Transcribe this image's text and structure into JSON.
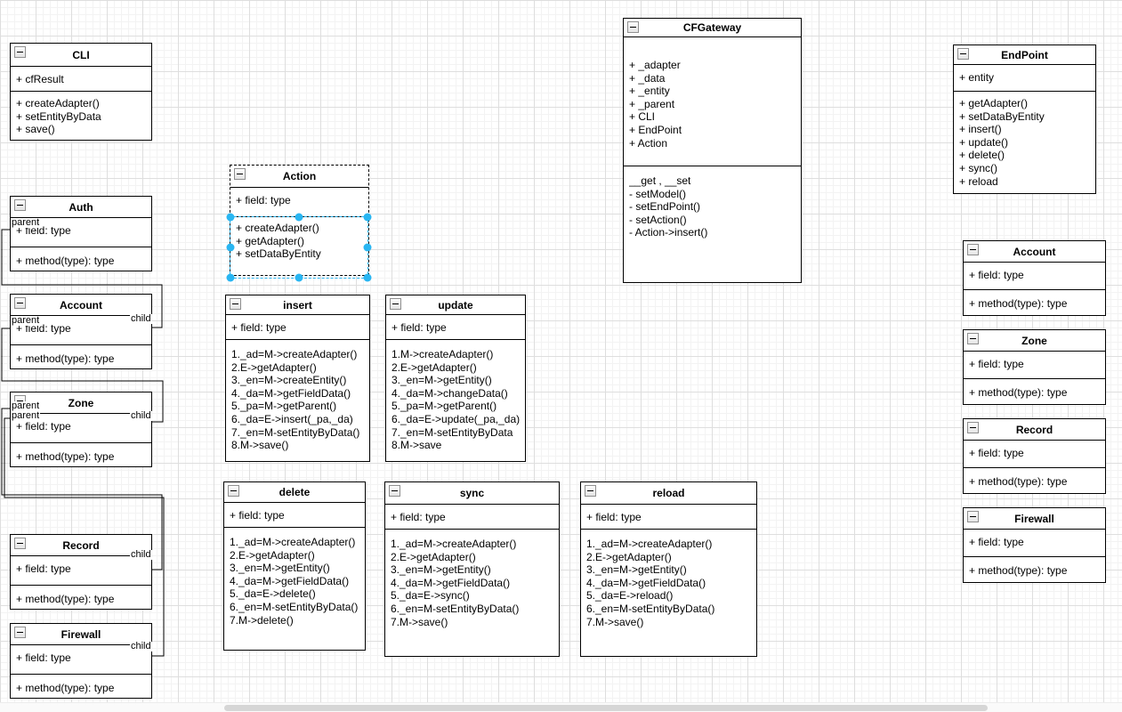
{
  "colors": {
    "selection_handle": "#29b6f2",
    "box_border": "#000000",
    "grid_major": "#dedede",
    "grid_minor": "#f3f3f3",
    "scrollbar_thumb": "#d6d6d6"
  },
  "edge_labels": {
    "parent": "parent",
    "child": "child"
  },
  "classes": {
    "cli": {
      "title": "CLI",
      "fields": [
        "+ cfResult"
      ],
      "methods": [
        "+ createAdapter()",
        "+ setEntityByData",
        "+ save()"
      ]
    },
    "auth": {
      "title": "Auth",
      "fields": [
        "+ field: type"
      ],
      "methods": [
        "+ method(type): type"
      ]
    },
    "account_left": {
      "title": "Account",
      "fields": [
        "+ field: type"
      ],
      "methods": [
        "+ method(type): type"
      ]
    },
    "zone_left": {
      "title": "Zone",
      "fields": [
        "+ field: type"
      ],
      "methods": [
        "+ method(type): type"
      ]
    },
    "record_left": {
      "title": "Record",
      "fields": [
        "+ field: type"
      ],
      "methods": [
        "+ method(type): type"
      ]
    },
    "firewall_left": {
      "title": "Firewall",
      "fields": [
        "+ field: type"
      ],
      "methods": [
        "+ method(type): type"
      ]
    },
    "action": {
      "title": "Action",
      "fields": [
        "+ field: type"
      ],
      "methods": [
        "+ createAdapter()",
        "+ getAdapter()",
        "+ setDataByEntity"
      ]
    },
    "insert": {
      "title": "insert",
      "fields": [
        "+ field: type"
      ],
      "methods": [
        "1._ad=M->createAdapter()",
        "2.E->getAdapter()",
        "3._en=M->createEntity()",
        "4._da=M->getFieldData()",
        "5._pa=M->getParent()",
        "6._da=E->insert(_pa,_da)",
        "7._en=M-setEntityByData()",
        "8.M->save()"
      ]
    },
    "update": {
      "title": "update",
      "fields": [
        "+ field: type"
      ],
      "methods": [
        "1.M->createAdapter()",
        "2.E->getAdapter()",
        "3._en=M->getEntity()",
        "4._da=M->changeData()",
        "5._pa=M->getParent()",
        "6._da=E->update(_pa,_da)",
        "7._en=M-setEntityByData",
        "8.M->save"
      ]
    },
    "cfgateway": {
      "title": "CFGateway",
      "fields": [
        "+ _adapter",
        "+ _data",
        "+ _entity",
        "+ _parent",
        "+ CLI",
        "+ EndPoint",
        "+ Action"
      ],
      "methods": [
        "__get , __set",
        "- setModel()",
        "- setEndPoint()",
        "- setAction()",
        "- Action->insert()"
      ]
    },
    "endpoint": {
      "title": "EndPoint",
      "fields": [
        "+ entity"
      ],
      "methods": [
        "+ getAdapter()",
        "+ setDataByEntity",
        "+ insert()",
        "+ update()",
        "+ delete()",
        "+ sync()",
        "+ reload"
      ]
    },
    "account_right": {
      "title": "Account",
      "fields": [
        "+ field: type"
      ],
      "methods": [
        "+ method(type): type"
      ]
    },
    "zone_right": {
      "title": "Zone",
      "fields": [
        "+ field: type"
      ],
      "methods": [
        "+ method(type): type"
      ]
    },
    "record_right": {
      "title": "Record",
      "fields": [
        "+ field: type"
      ],
      "methods": [
        "+ method(type): type"
      ]
    },
    "firewall_right": {
      "title": "Firewall",
      "fields": [
        "+ field: type"
      ],
      "methods": [
        "+ method(type): type"
      ]
    },
    "delete": {
      "title": "delete",
      "fields": [
        "+ field: type"
      ],
      "methods": [
        "1._ad=M->createAdapter()",
        "2.E->getAdapter()",
        "3._en=M->getEntity()",
        "4._da=M->getFieldData()",
        "5._da=E->delete()",
        "6._en=M-setEntityByData()",
        "7.M->delete()"
      ]
    },
    "sync": {
      "title": "sync",
      "fields": [
        "+ field: type"
      ],
      "methods": [
        "1._ad=M->createAdapter()",
        "2.E->getAdapter()",
        "3._en=M->getEntity()",
        "4._da=M->getFieldData()",
        "5._da=E->sync()",
        "6._en=M-setEntityByData()",
        "7.M->save()"
      ]
    },
    "reload": {
      "title": "reload",
      "fields": [
        "+ field: type"
      ],
      "methods": [
        "1._ad=M->createAdapter()",
        "2.E->getAdapter()",
        "3._en=M->getEntity()",
        "4._da=M->getFieldData()",
        "5._da=E->reload()",
        "6._en=M-setEntityByData()",
        "7.M->save()"
      ]
    }
  }
}
